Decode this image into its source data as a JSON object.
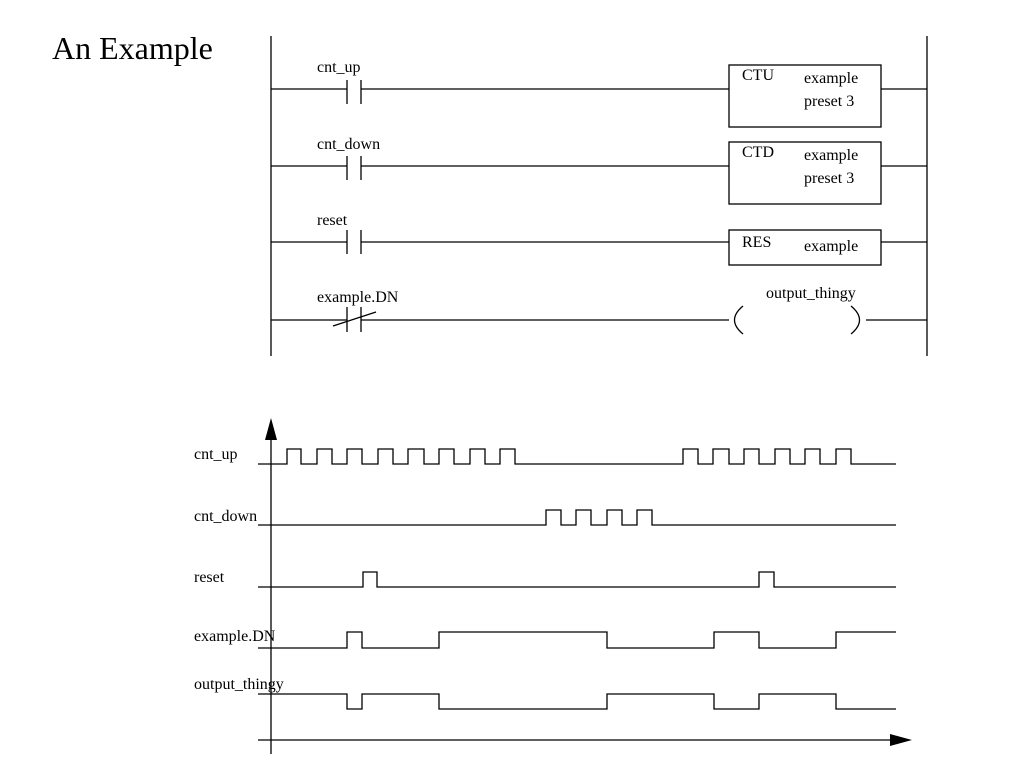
{
  "title": "An Example",
  "ladder": {
    "rungs": [
      {
        "contact_label": "cnt_up",
        "contact_type": "normally-open",
        "instruction": {
          "kind": "CTU",
          "tag": "example",
          "preset": "preset 3"
        }
      },
      {
        "contact_label": "cnt_down",
        "contact_type": "normally-open",
        "instruction": {
          "kind": "CTD",
          "tag": "example",
          "preset": "preset 3"
        }
      },
      {
        "contact_label": "reset",
        "contact_type": "normally-open",
        "instruction": {
          "kind": "RES",
          "tag": "example"
        }
      },
      {
        "contact_label": "example.DN",
        "contact_type": "normally-closed",
        "coil_label": "output_thingy"
      }
    ]
  },
  "timing": {
    "signals": [
      {
        "label": "cnt_up"
      },
      {
        "label": "cnt_down"
      },
      {
        "label": "reset"
      },
      {
        "label": "example.DN"
      },
      {
        "label": "output_thingy"
      }
    ]
  }
}
